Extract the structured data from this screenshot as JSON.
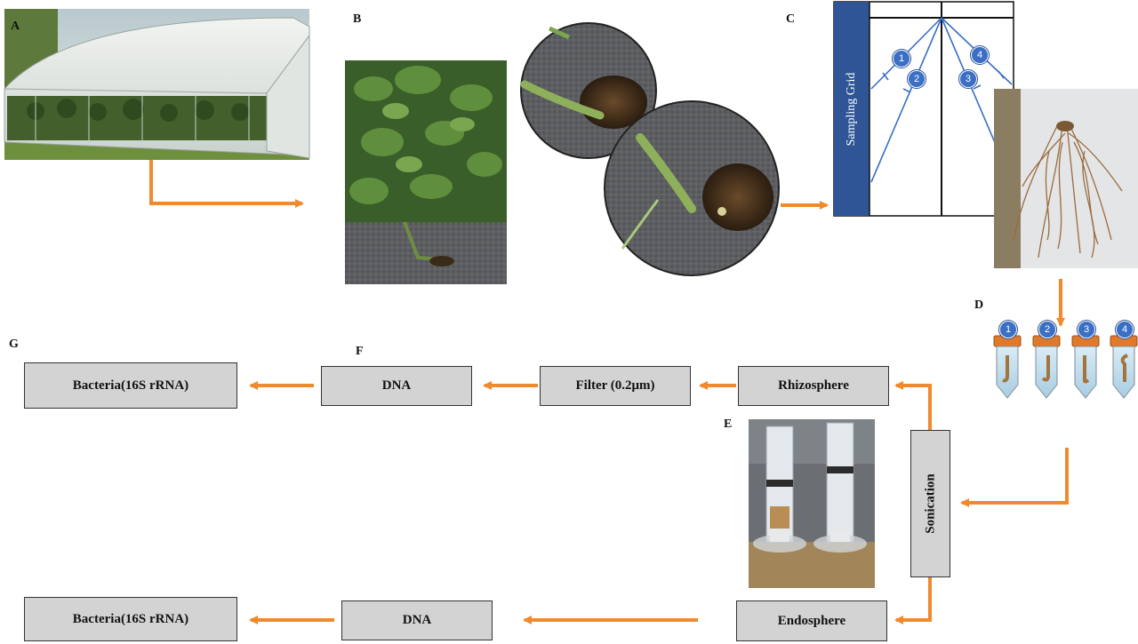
{
  "panels": {
    "a": "A",
    "b": "B",
    "c": "C",
    "d": "D",
    "e": "E",
    "f": "F",
    "g": "G"
  },
  "sampling_grid": {
    "label": "Sampling Grid",
    "points": [
      "1",
      "2",
      "3",
      "4"
    ]
  },
  "tubes": [
    "1",
    "2",
    "3",
    "4"
  ],
  "boxes": {
    "rhizosphere": "Rhizosphere",
    "filter": "Filter (0.2μm)",
    "dna_top": "DNA",
    "bacteria_top": "Bacteria(16S rRNA)",
    "sonication": "Sonication",
    "endosphere": "Endosphere",
    "dna_bottom": "DNA",
    "bacteria_bottom": "Bacteria(16S rRNA)"
  },
  "colors": {
    "arrow": "#f08a2c",
    "grid_blue": "#2f5597",
    "badge_blue": "#3a6fc4",
    "box_fill": "#d3d3d3"
  }
}
